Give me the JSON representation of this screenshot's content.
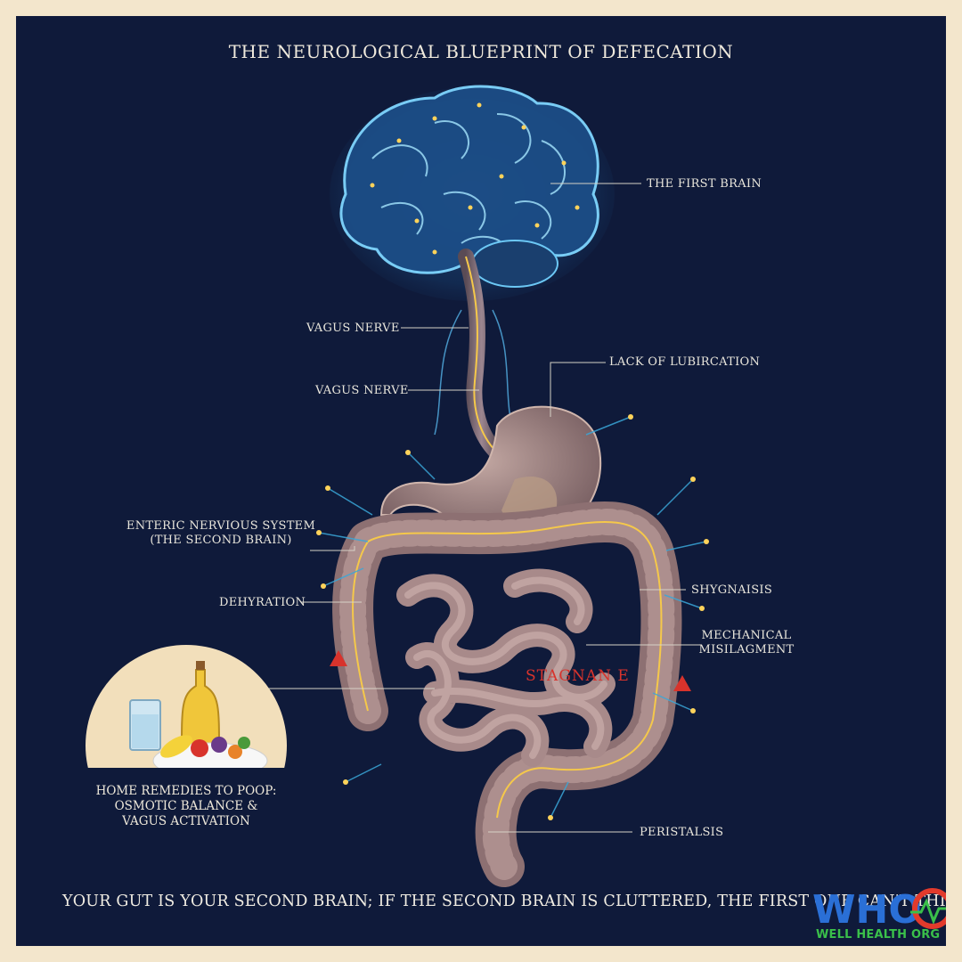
{
  "title": "THE NEUROLOGICAL BLUEPRINT OF DEFECATION",
  "labels": {
    "first_brain": "THE FIRST BRAIN",
    "vagus_nerve_1": "VAGUS NERVE",
    "vagus_nerve_2": "VAGUS NERVE",
    "lack_of_lubrication": "LACK OF LUBIRCATION",
    "ens_line1": "ENTERIC NERVIOUS SYSTEM",
    "ens_line2": "(THE SECOND BRAIN)",
    "dehydration": "DEHYRATION",
    "shyganisis": "SHYGNAISIS",
    "mech_line1": "MECHANICAL",
    "mech_line2": "MISILAGMENT",
    "stagnant": "STAGNAN E",
    "peristalsis": "PERISTALSIS"
  },
  "remedy": {
    "line1": "HOME REMEDIES TO POOP:",
    "line2": "OSMOTIC BALANCE &",
    "line3": "VAGUS ACTIVATION"
  },
  "quote": "YOUR GUT IS YOUR SECOND BRAIN; IF THE SECOND BRAIN IS CLUTTERED, THE FIRST ONE CAN'T THINK STRAIGHT",
  "logo": {
    "mark": "WHO",
    "text": "WELL HEALTH ORG"
  },
  "colors": {
    "background": "#0f1a3a",
    "border": "#f3e6cc",
    "brain_glow": "#5ec8ff",
    "organ": "#9a7f7c",
    "warning": "#d8332c",
    "logo_blue": "#2a6fd6",
    "logo_red": "#e23a2c",
    "logo_green": "#3ac04a"
  }
}
